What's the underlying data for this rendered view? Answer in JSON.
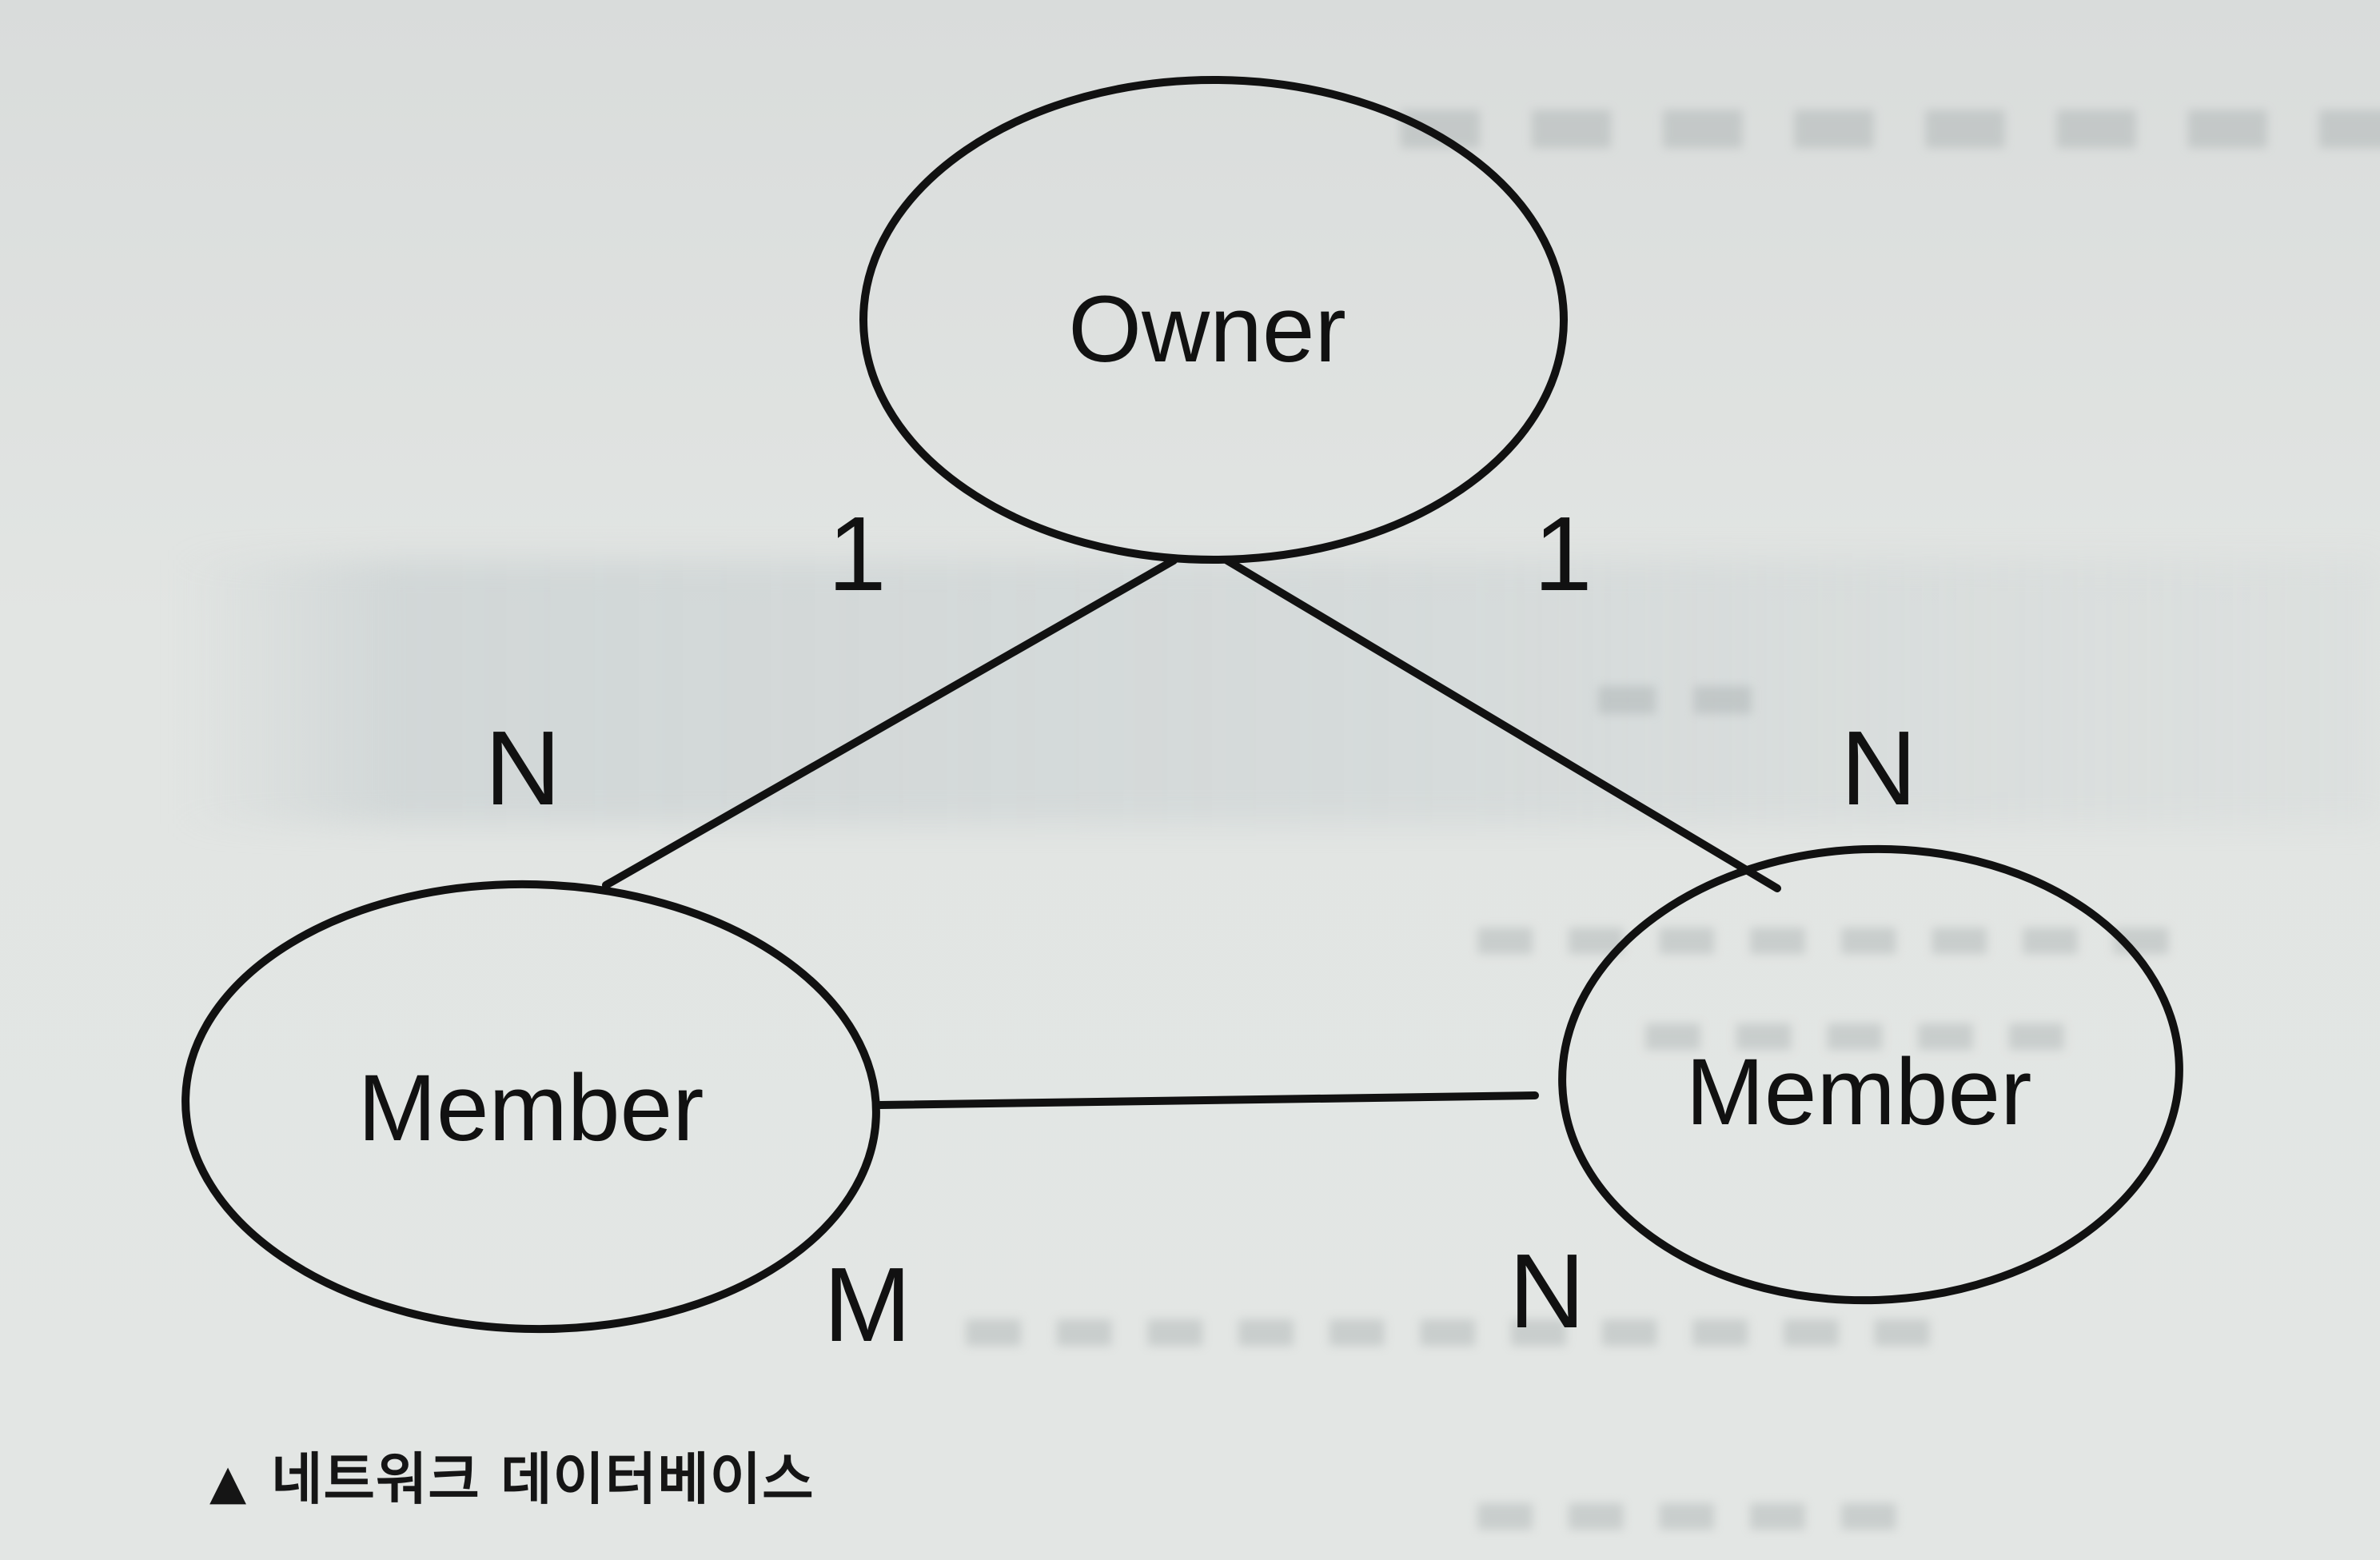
{
  "diagram": {
    "nodes": [
      {
        "id": "owner",
        "label": "Owner"
      },
      {
        "id": "member_left",
        "label": "Member"
      },
      {
        "id": "member_right",
        "label": "Member"
      }
    ],
    "edges": [
      {
        "from": "owner",
        "to": "member_left",
        "from_card": "1",
        "to_card": "N"
      },
      {
        "from": "owner",
        "to": "member_right",
        "from_card": "1",
        "to_card": "N"
      },
      {
        "from": "member_left",
        "to": "member_right",
        "from_card": "M",
        "to_card": "N"
      }
    ]
  },
  "caption": {
    "marker": "▲",
    "text": "네트워크 데이터베이스"
  }
}
